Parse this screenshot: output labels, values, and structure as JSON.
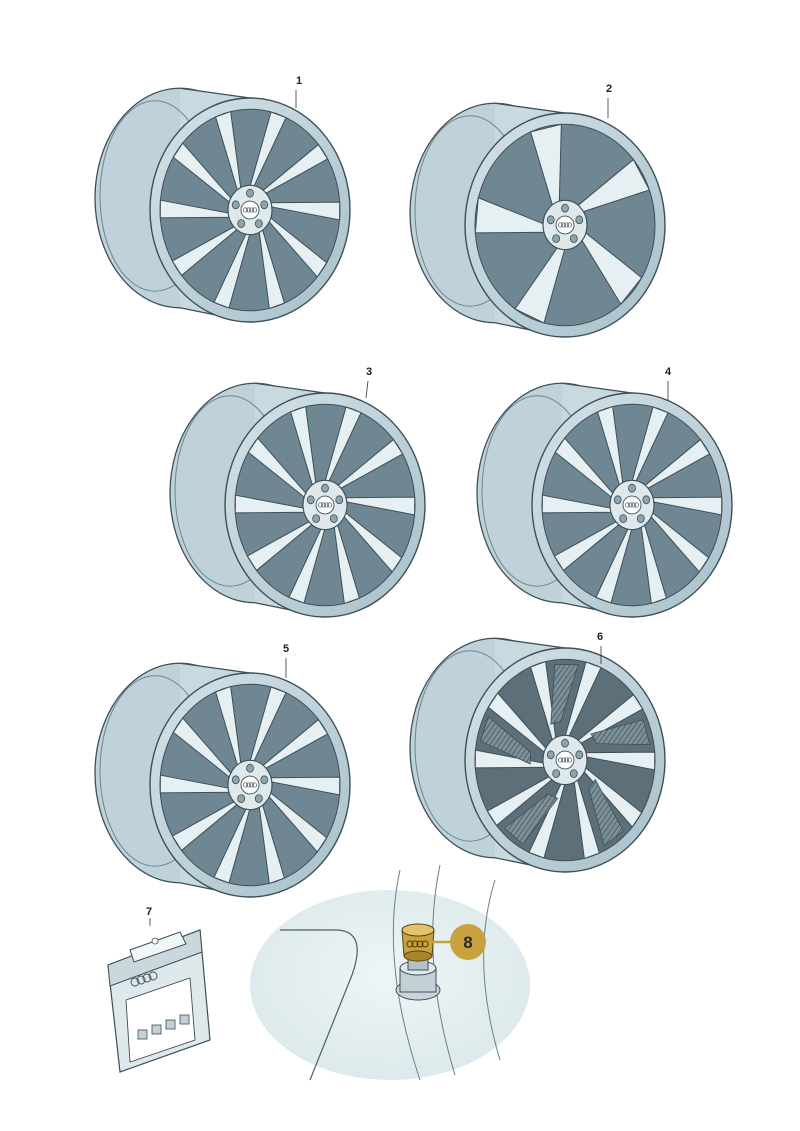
{
  "callouts": [
    {
      "label": "1"
    },
    {
      "label": "2"
    },
    {
      "label": "3"
    },
    {
      "label": "4"
    },
    {
      "label": "5"
    },
    {
      "label": "6"
    },
    {
      "label": "7"
    },
    {
      "label": "8"
    }
  ],
  "colors": {
    "rim_shadow": "#b9cdd6",
    "rim_light": "#e9f1f4",
    "outline": "#3d4f58",
    "highlight_badge": "#c8a23e",
    "inset_background": "#e4eef0"
  },
  "icons": {
    "hub_logo": "four-rings-logo",
    "package_logo": "four-rings-logo"
  }
}
